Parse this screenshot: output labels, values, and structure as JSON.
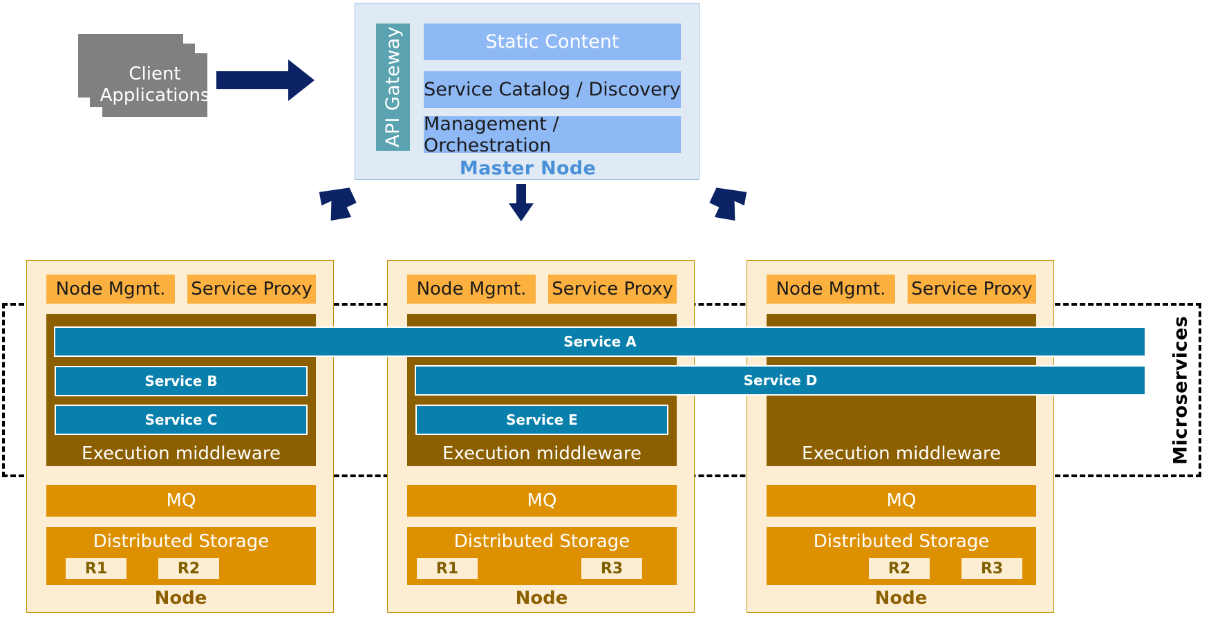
{
  "diagram": {
    "title": "Microservices cluster architecture",
    "colors": {
      "arrow_navy": "#0b2265",
      "client_gray": "#808080",
      "master_panel": "#dfeaf5",
      "master_border": "#9dc3e6",
      "api_gateway": "#5ba3b0",
      "master_row": "#8fb9f5",
      "master_caption": "#4a90d9",
      "node_panel": "#fdeed3",
      "node_border": "#bf8f00",
      "node_chip": "#fbb040",
      "exec_middleware": "#8c6000",
      "service": "#0880ab",
      "storage": "#dd9000",
      "replica_text": "#7f5f00"
    }
  },
  "client": {
    "label": "Client\nApplications",
    "line1": "Client",
    "line2": "Applications",
    "stack_count": 3
  },
  "master": {
    "gateway_label": "API Gateway",
    "caption": "Master Node",
    "rows": [
      {
        "label": "Static Content",
        "text_style": "light"
      },
      {
        "label": "Service Catalog / Discovery",
        "text_style": "dark"
      },
      {
        "label": "Management / Orchestration",
        "text_style": "dark"
      }
    ]
  },
  "band": {
    "label": "Microservices"
  },
  "nodes": [
    {
      "id": "node-left",
      "caption": "Node",
      "chips": [
        "Node Mgmt.",
        "Service Proxy"
      ],
      "middleware_label": "Execution middleware",
      "local_services": [
        "Service B",
        "Service C"
      ],
      "mq_label": "MQ",
      "storage_label": "Distributed Storage",
      "replicas": [
        "R1",
        "R2"
      ]
    },
    {
      "id": "node-middle",
      "caption": "Node",
      "chips": [
        "Node Mgmt.",
        "Service Proxy"
      ],
      "middleware_label": "Execution middleware",
      "local_services": [
        "Service E"
      ],
      "mq_label": "MQ",
      "storage_label": "Distributed Storage",
      "replicas": [
        "R1",
        "R3"
      ]
    },
    {
      "id": "node-right",
      "caption": "Node",
      "chips": [
        "Node Mgmt.",
        "Service Proxy"
      ],
      "middleware_label": "Execution middleware",
      "local_services": [],
      "mq_label": "MQ",
      "storage_label": "Distributed Storage",
      "replicas": [
        "R2",
        "R3"
      ]
    }
  ],
  "spanning_services": [
    {
      "label": "Service A",
      "spans": [
        "node-left",
        "node-middle",
        "node-right"
      ]
    },
    {
      "label": "Service D",
      "spans": [
        "node-middle",
        "node-right"
      ]
    }
  ],
  "arrows": [
    {
      "name": "client-to-master",
      "direction": "right"
    },
    {
      "name": "master-to-node-left",
      "direction": "down-left"
    },
    {
      "name": "master-to-node-middle",
      "direction": "down"
    },
    {
      "name": "master-to-node-right",
      "direction": "down-right"
    }
  ]
}
